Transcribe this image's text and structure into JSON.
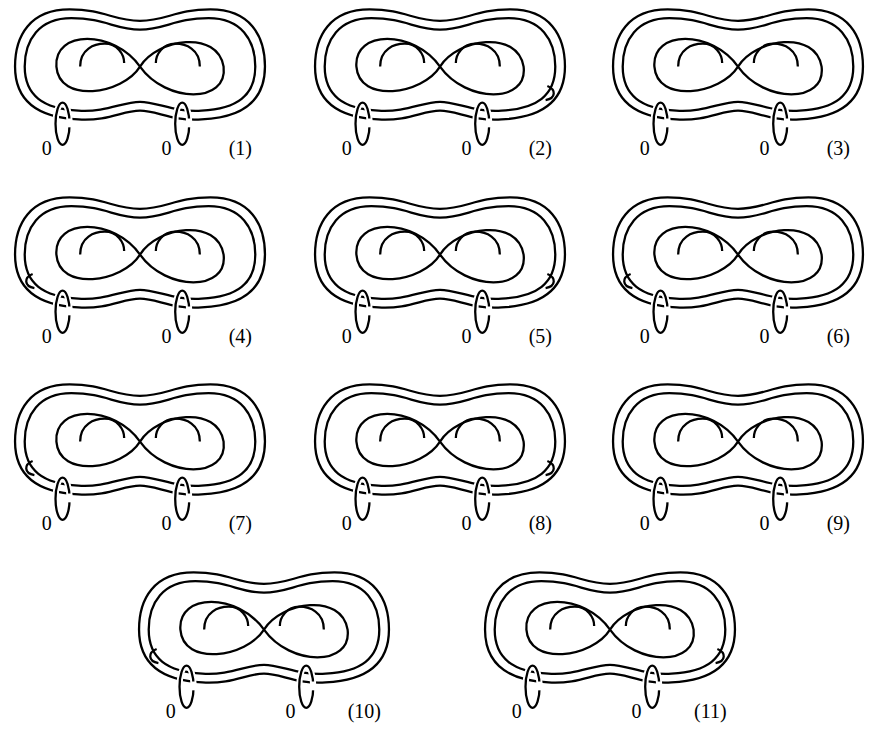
{
  "diagram": {
    "labels": [
      "0",
      "0",
      "(1)",
      "0",
      "0",
      "(2)",
      "0",
      "0",
      "(3)",
      "0",
      "0",
      "(4)",
      "0",
      "0",
      "(5)",
      "0",
      "0",
      "(6)",
      "0",
      "0",
      "(7)",
      "0",
      "0",
      "(8)",
      "0",
      "0",
      "(9)",
      "0",
      "0",
      "(10)",
      "0",
      "0",
      "(11)"
    ]
  }
}
